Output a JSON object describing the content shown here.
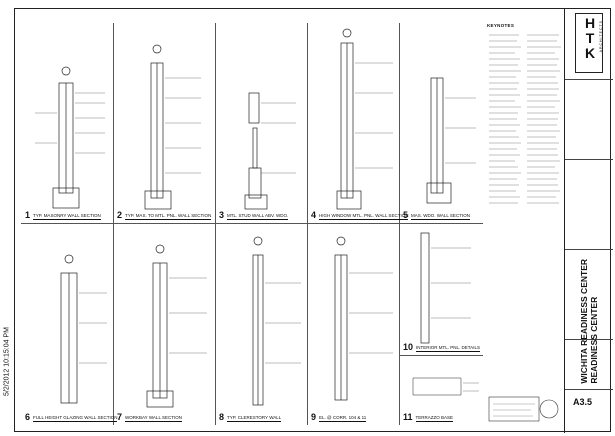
{
  "timestamp": "5/2/2012 10:15:04 PM",
  "details": [
    {
      "num": "1",
      "title": "TYP. MASONRY WALL SECTION"
    },
    {
      "num": "2",
      "title": "TYP. MAS. TO MTL. PNL. WALL SECTION"
    },
    {
      "num": "3",
      "title": "MTL. STUD WALL ABV. WDO."
    },
    {
      "num": "4",
      "title": "HIGH WINDOW MTL. PNL. WALL SECTION"
    },
    {
      "num": "5",
      "title": "MAS. WDO. WALL SECTION"
    },
    {
      "num": "6",
      "title": "FULL HEIGHT GLAZING WALL SECTION"
    },
    {
      "num": "7",
      "title": "WORKBAY WALL SECTION"
    },
    {
      "num": "8",
      "title": "TYP. CLERESTORY WALL"
    },
    {
      "num": "9",
      "title": "EL. @ CORR. 104 & 11"
    },
    {
      "num": "10",
      "title": "INTERIOR MTL. PNL. DETAILS"
    },
    {
      "num": "11",
      "title": "TERRAZZO BASE"
    }
  ],
  "keynotes_title": "KEYNOTES",
  "titleblock": {
    "logo_letters": [
      "H",
      "T",
      "K"
    ],
    "logo_sub": "ARCHITECTS",
    "project_line1": "WICHITA READINESS CENTER",
    "project_line2": "READINESS CENTER",
    "sheet_number": "A3.5"
  },
  "colors": {
    "ink": "#111111",
    "line": "#555555",
    "paper": "#ffffff"
  }
}
